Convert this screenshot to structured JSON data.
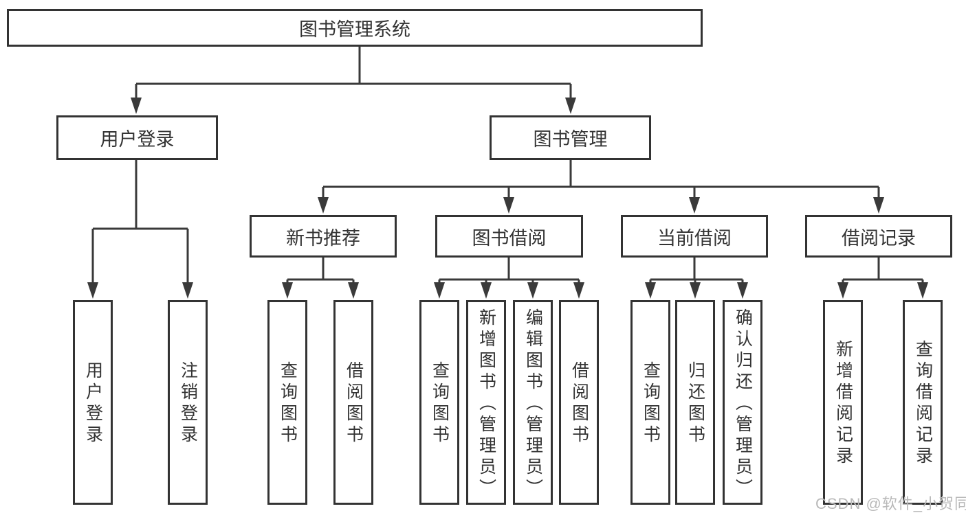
{
  "diagram": {
    "title": "图书管理系统",
    "root": {
      "label": "图书管理系统"
    },
    "level2": [
      {
        "label": "用户登录"
      },
      {
        "label": "图书管理"
      }
    ],
    "level3": [
      {
        "label": "新书推荐"
      },
      {
        "label": "图书借阅"
      },
      {
        "label": "当前借阅"
      },
      {
        "label": "借阅记录"
      }
    ],
    "leaves": {
      "user_login": [
        "用户登录",
        "注销登录"
      ],
      "new_books": [
        "查询图书",
        "借阅图书"
      ],
      "book_borrow": [
        "查询图书",
        "新增图书（管理员）",
        "编辑图书（管理员）",
        "借阅图书"
      ],
      "current_borrow": [
        "查询图书",
        "归还图书",
        "确认归还（管理员）"
      ],
      "borrow_records": [
        "新增借阅记录",
        "查询借阅记录"
      ]
    }
  },
  "watermark": "CSDN @软件_小贺同学",
  "colors": {
    "line": "#3a3a3a",
    "box_border": "#333333",
    "text": "#333333",
    "watermark": "#b9b9b9",
    "background": "#ffffff"
  }
}
